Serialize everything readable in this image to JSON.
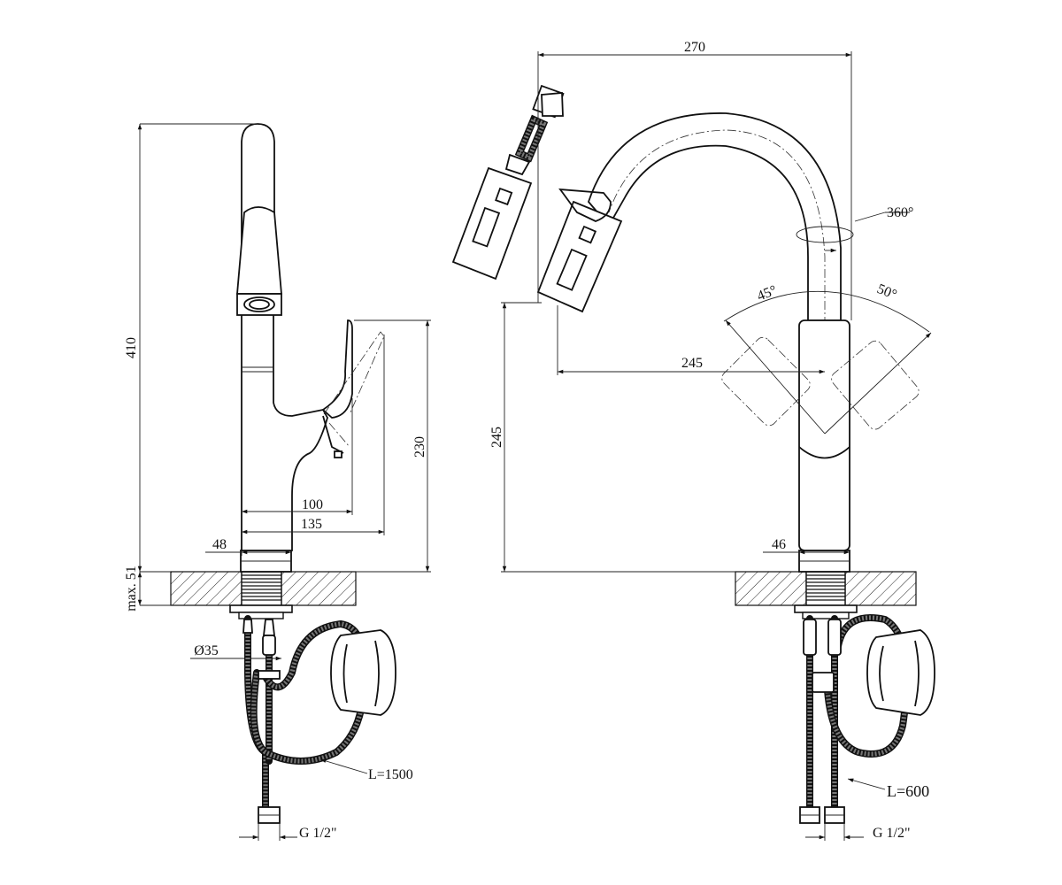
{
  "side_view": {
    "dims": {
      "height_total": "410",
      "spout_height": "230",
      "reach_100": "100",
      "reach_135": "135",
      "base_dia": "48",
      "mount_max": "max. 51",
      "hole_dia": "Ø35",
      "hose_length": "L=1500",
      "thread": "G 1/2\""
    }
  },
  "front_view": {
    "dims": {
      "width_total": "270",
      "reach": "245",
      "height": "245",
      "rotation": "360°",
      "angle_left": "45°",
      "angle_right": "50°",
      "base_dia": "46",
      "hose_length": "L=600",
      "thread": "G 1/2\""
    }
  }
}
